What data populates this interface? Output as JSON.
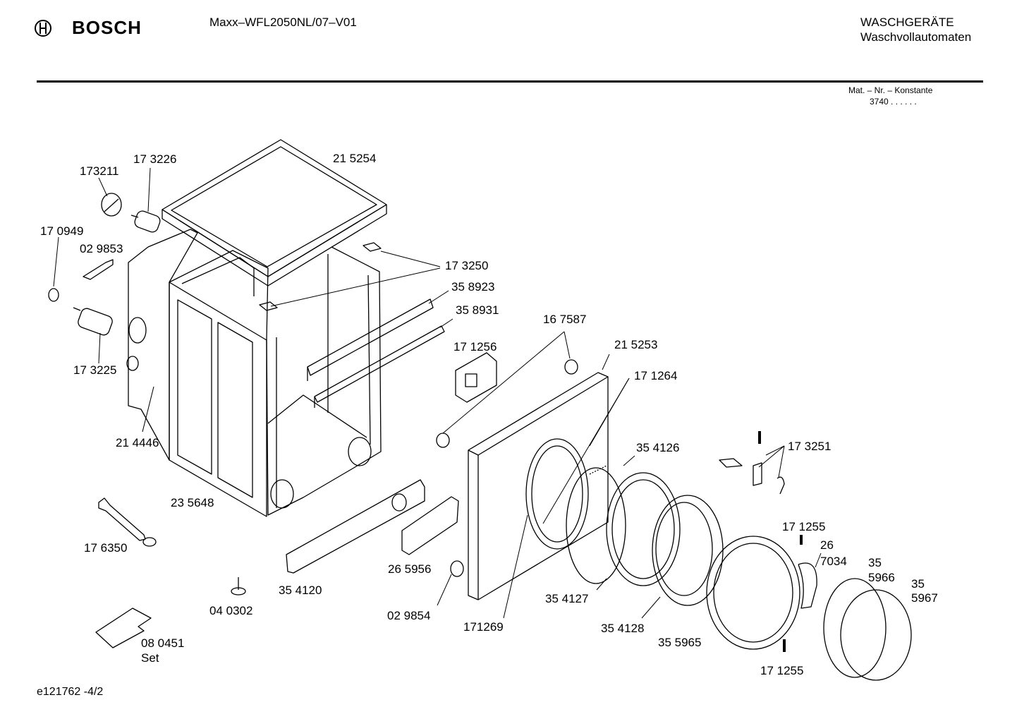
{
  "header": {
    "brand": "BOSCH",
    "model": "Maxx–WFL2050NL/07–V01",
    "category": "WASCHGERÄTE",
    "subcategory": "Waschvollautomaten",
    "mat_label": "Mat. – Nr. – Konstante",
    "mat_value": "3740  .   .    .  .  .  ."
  },
  "parts": {
    "p173211": "173211",
    "p173226": "17 3226",
    "p215254": "21 5254",
    "p170949": "17 0949",
    "p029853": "02 9853",
    "p173250": "17 3250",
    "p358923": "35 8923",
    "p358931": "35 8931",
    "p167587": "16 7587",
    "p171256": "17 1256",
    "p215253": "21 5253",
    "p173225": "17 3225",
    "p171264": "17 1264",
    "p214446": "21 4446",
    "p354126": "35 4126",
    "p173251": "17 3251",
    "p235648": "23 5648",
    "p176350": "17 6350",
    "p171255a": "17 1255",
    "p26a": "26",
    "p7034": "7034",
    "p35a": "35",
    "p5966": "5966",
    "p35b": "35",
    "p5967": "5967",
    "p265956": "26 5956",
    "p354120": "35 4120",
    "p354127": "35 4127",
    "p040302": "04 0302",
    "p029854": "02 9854",
    "p171269": "171269",
    "p354128": "35 4128",
    "p355965": "35 5965",
    "p080451": "08 0451",
    "pSet": "Set",
    "p171255b": "17 1255"
  },
  "footer": {
    "ref": "e121762 -4/2"
  }
}
